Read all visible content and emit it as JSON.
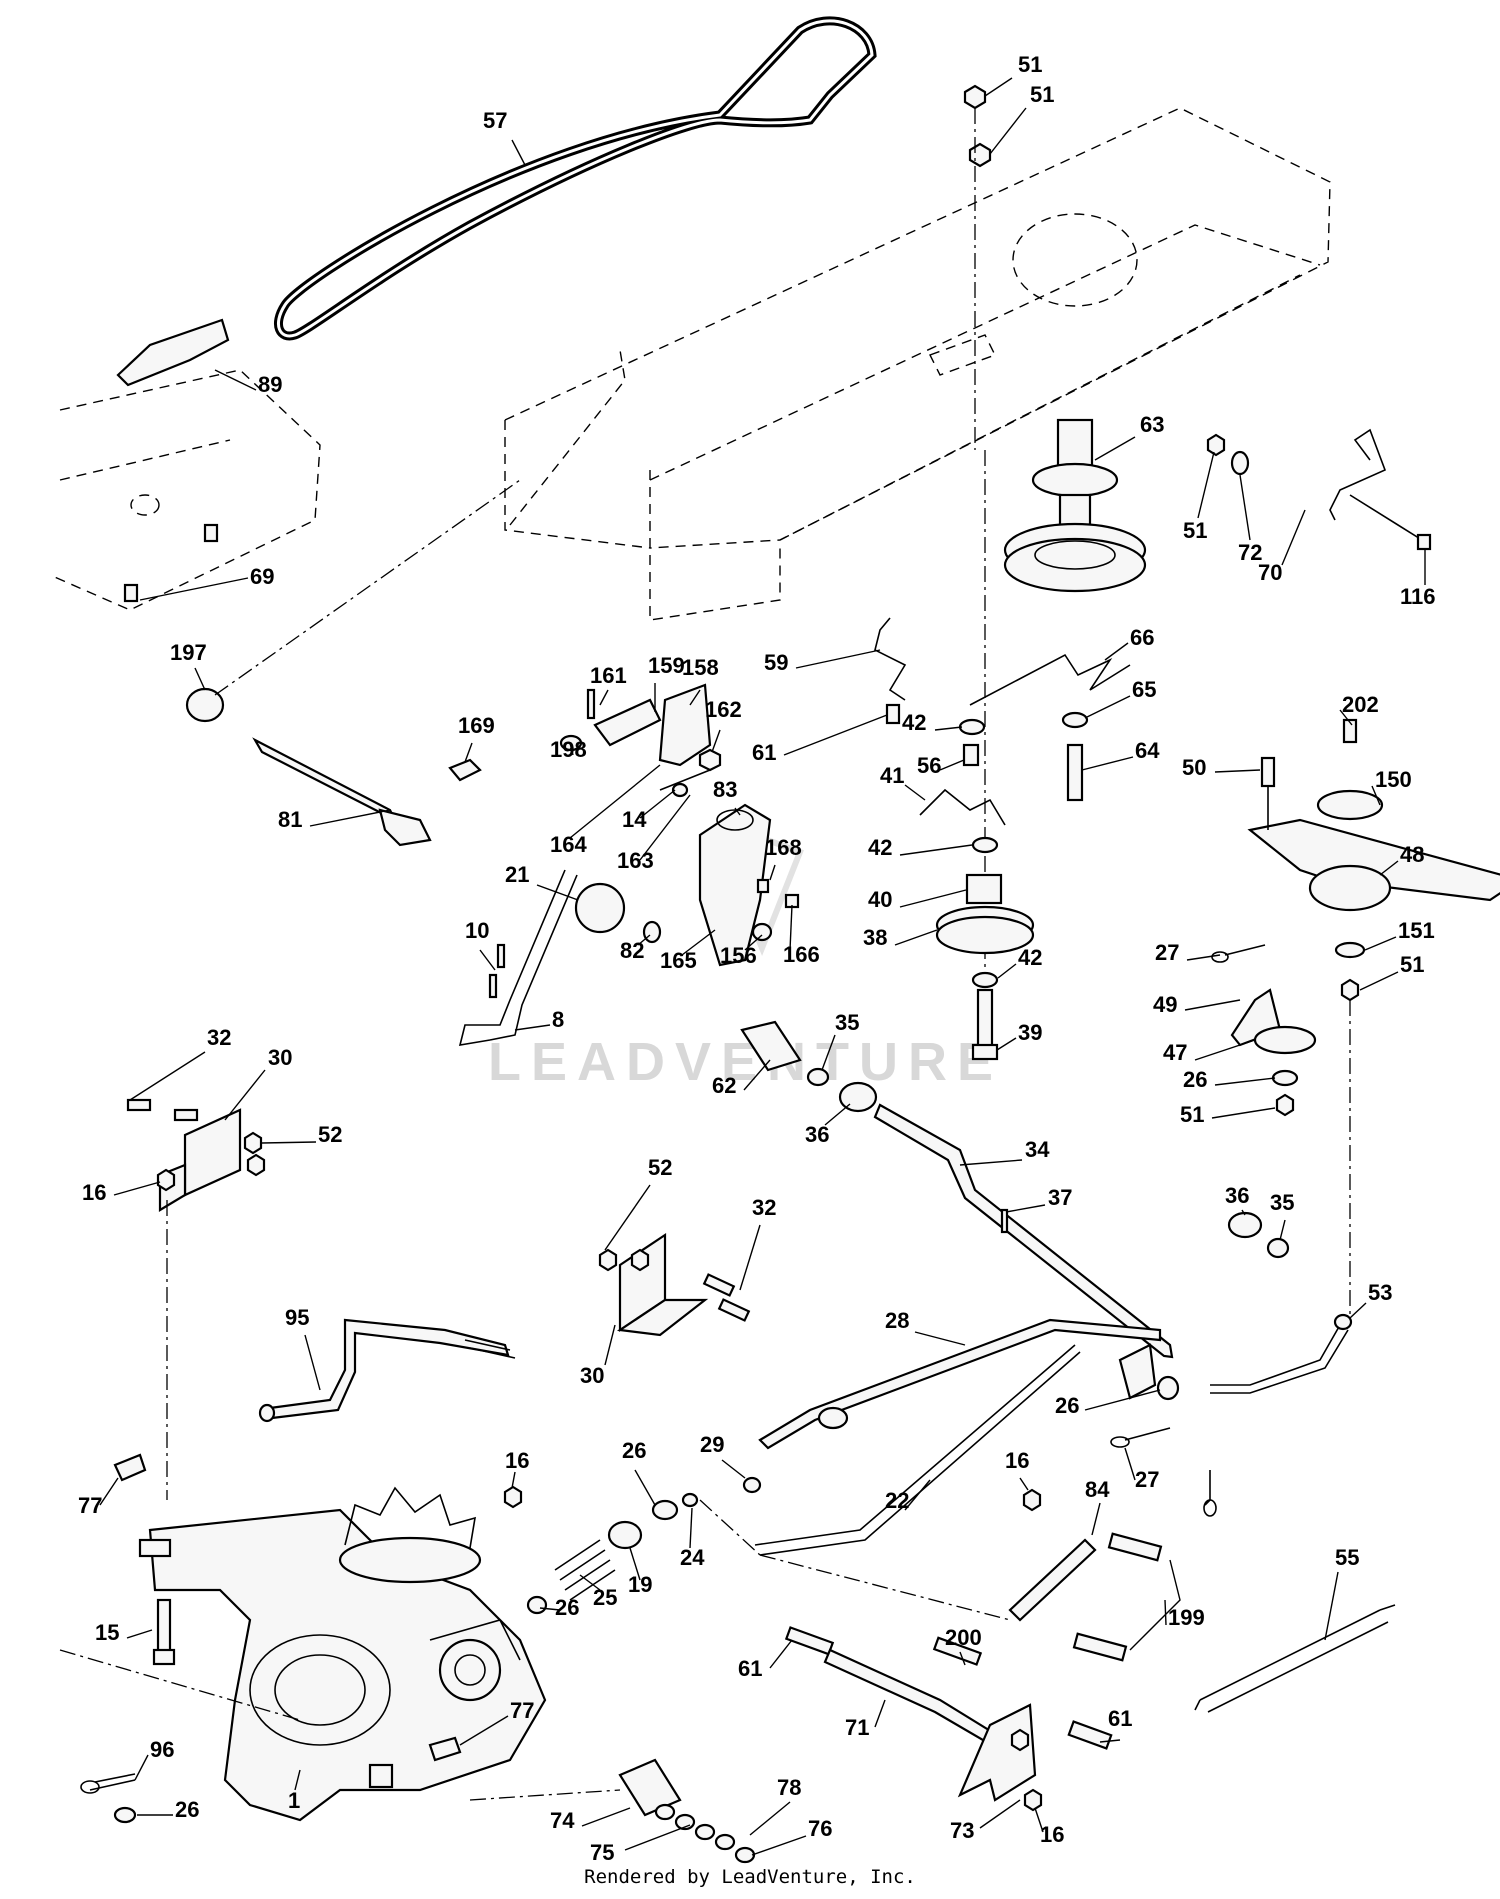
{
  "watermark": "LEADVENTURE",
  "footer": "Rendered by LeadVenture, Inc.",
  "callouts": [
    {
      "id": "c57",
      "label": "57"
    },
    {
      "id": "c51a",
      "label": "51"
    },
    {
      "id": "c51b",
      "label": "51"
    },
    {
      "id": "c89",
      "label": "89"
    },
    {
      "id": "c63",
      "label": "63"
    },
    {
      "id": "c51c",
      "label": "51"
    },
    {
      "id": "c72",
      "label": "72"
    },
    {
      "id": "c70",
      "label": "70"
    },
    {
      "id": "c116",
      "label": "116"
    },
    {
      "id": "c69",
      "label": "69"
    },
    {
      "id": "c197",
      "label": "197"
    },
    {
      "id": "c59",
      "label": "59"
    },
    {
      "id": "c66",
      "label": "66"
    },
    {
      "id": "c65",
      "label": "65"
    },
    {
      "id": "c161",
      "label": "161"
    },
    {
      "id": "c159",
      "label": "159"
    },
    {
      "id": "c158",
      "label": "158"
    },
    {
      "id": "c169",
      "label": "169"
    },
    {
      "id": "c162",
      "label": "162"
    },
    {
      "id": "c198",
      "label": "198"
    },
    {
      "id": "c61a",
      "label": "61"
    },
    {
      "id": "c42a",
      "label": "42"
    },
    {
      "id": "c56",
      "label": "56"
    },
    {
      "id": "c64",
      "label": "64"
    },
    {
      "id": "c202",
      "label": "202"
    },
    {
      "id": "c50",
      "label": "50"
    },
    {
      "id": "c150",
      "label": "150"
    },
    {
      "id": "c81",
      "label": "81"
    },
    {
      "id": "c83",
      "label": "83"
    },
    {
      "id": "c41",
      "label": "41"
    },
    {
      "id": "c164",
      "label": "164"
    },
    {
      "id": "c14",
      "label": "14"
    },
    {
      "id": "c42b",
      "label": "42"
    },
    {
      "id": "c48",
      "label": "48"
    },
    {
      "id": "c163",
      "label": "163"
    },
    {
      "id": "c168",
      "label": "168"
    },
    {
      "id": "c21",
      "label": "21"
    },
    {
      "id": "c40",
      "label": "40"
    },
    {
      "id": "c10",
      "label": "10"
    },
    {
      "id": "c38",
      "label": "38"
    },
    {
      "id": "c27a",
      "label": "27"
    },
    {
      "id": "c151",
      "label": "151"
    },
    {
      "id": "c82",
      "label": "82"
    },
    {
      "id": "c165",
      "label": "165"
    },
    {
      "id": "c156",
      "label": "156"
    },
    {
      "id": "c166",
      "label": "166"
    },
    {
      "id": "c42c",
      "label": "42"
    },
    {
      "id": "c51d",
      "label": "51"
    },
    {
      "id": "c49",
      "label": "49"
    },
    {
      "id": "c8",
      "label": "8"
    },
    {
      "id": "c39",
      "label": "39"
    },
    {
      "id": "c35a",
      "label": "35"
    },
    {
      "id": "c47",
      "label": "47"
    },
    {
      "id": "c32a",
      "label": "32"
    },
    {
      "id": "c30a",
      "label": "30"
    },
    {
      "id": "c62",
      "label": "62"
    },
    {
      "id": "c26a",
      "label": "26"
    },
    {
      "id": "c36a",
      "label": "36"
    },
    {
      "id": "c51e",
      "label": "51"
    },
    {
      "id": "c52a",
      "label": "52"
    },
    {
      "id": "c34",
      "label": "34"
    },
    {
      "id": "c16a",
      "label": "16"
    },
    {
      "id": "c52b",
      "label": "52"
    },
    {
      "id": "c37",
      "label": "37"
    },
    {
      "id": "c36b",
      "label": "36"
    },
    {
      "id": "c35b",
      "label": "35"
    },
    {
      "id": "c32b",
      "label": "32"
    },
    {
      "id": "c95",
      "label": "95"
    },
    {
      "id": "c53",
      "label": "53"
    },
    {
      "id": "c28",
      "label": "28"
    },
    {
      "id": "c30b",
      "label": "30"
    },
    {
      "id": "c26b",
      "label": "26"
    },
    {
      "id": "c29",
      "label": "29"
    },
    {
      "id": "c27b",
      "label": "27"
    },
    {
      "id": "c16b",
      "label": "16"
    },
    {
      "id": "c26c",
      "label": "26"
    },
    {
      "id": "c22",
      "label": "22"
    },
    {
      "id": "c16c",
      "label": "16"
    },
    {
      "id": "c84",
      "label": "84"
    },
    {
      "id": "c77a",
      "label": "77"
    },
    {
      "id": "c24",
      "label": "24"
    },
    {
      "id": "c19",
      "label": "19"
    },
    {
      "id": "c26d",
      "label": "26"
    },
    {
      "id": "c25",
      "label": "25"
    },
    {
      "id": "c55",
      "label": "55"
    },
    {
      "id": "c199",
      "label": "199"
    },
    {
      "id": "c15",
      "label": "15"
    },
    {
      "id": "c200",
      "label": "200"
    },
    {
      "id": "c61b",
      "label": "61"
    },
    {
      "id": "c77b",
      "label": "77"
    },
    {
      "id": "c71",
      "label": "71"
    },
    {
      "id": "c61c",
      "label": "61"
    },
    {
      "id": "c96",
      "label": "96"
    },
    {
      "id": "c78",
      "label": "78"
    },
    {
      "id": "c1",
      "label": "1"
    },
    {
      "id": "c26e",
      "label": "26"
    },
    {
      "id": "c74",
      "label": "74"
    },
    {
      "id": "c76",
      "label": "76"
    },
    {
      "id": "c73",
      "label": "73"
    },
    {
      "id": "c16d",
      "label": "16"
    },
    {
      "id": "c75",
      "label": "75"
    }
  ]
}
